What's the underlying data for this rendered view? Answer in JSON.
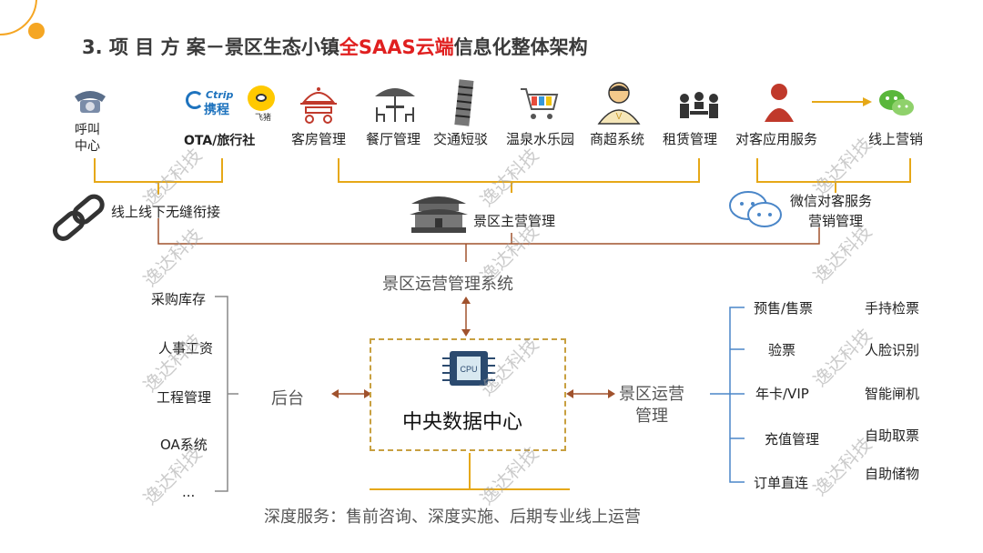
{
  "title": {
    "prefix": "3. 项 目 方 案－景区生态小镇",
    "highlight": "全SAAS云端",
    "suffix": "信息化整体架构"
  },
  "top_row": {
    "call_center": "呼叫\n中心",
    "ota": "OTA/旅行社",
    "ctrip_text": "携程",
    "ctrip_brand": "Ctrip",
    "fliggy": "飞猪",
    "rooms": "客房管理",
    "restaurant": "餐厅管理",
    "transport": "交通短驳",
    "spa": "温泉水乐园",
    "shop": "商超系统",
    "rental": "租赁管理",
    "customer_service": "对客应用服务",
    "online_marketing": "线上营销"
  },
  "middle_row": {
    "seamless": "线上线下无缝衔接",
    "scenic_main": "景区主营管理",
    "wechat_line1": "微信对客服务",
    "wechat_line2": "营销管理"
  },
  "ops_system": "景区运营管理系统",
  "backend": {
    "label": "后台",
    "items": [
      "采购库存",
      "人事工资",
      "工程管理",
      "OA系统",
      "..."
    ]
  },
  "data_center": {
    "label": "中央数据中心",
    "chip_text": "CPU"
  },
  "scenic_ops": {
    "label_line1": "景区运营",
    "label_line2": "管理",
    "items": [
      "预售/售票",
      "验票",
      "年卡/VIP",
      "充值管理",
      "订单直连"
    ],
    "side_items": [
      "手持检票",
      "人脸识别",
      "智能闸机",
      "自助取票",
      "自助储物"
    ]
  },
  "deep_service": "深度服务：售前咨询、深度实施、后期专业线上运营",
  "watermark": "逸达科技",
  "colors": {
    "accent": "#f5a623",
    "red": "#e02020",
    "bracket": "#e6a817",
    "arrow": "#a0522d",
    "blue_line": "#4a86c8"
  }
}
